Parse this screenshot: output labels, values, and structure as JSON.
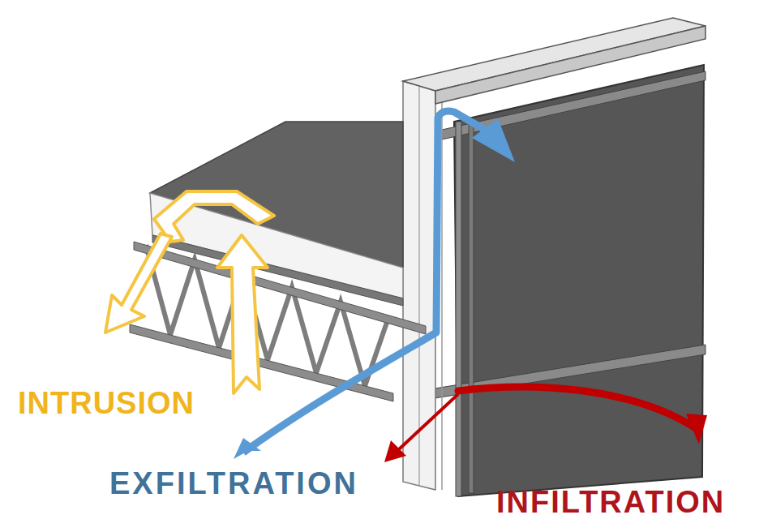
{
  "diagram": {
    "labels": [
      "INTRUSION",
      "EXFILTRATION",
      "INFILTRATION"
    ]
  }
}
